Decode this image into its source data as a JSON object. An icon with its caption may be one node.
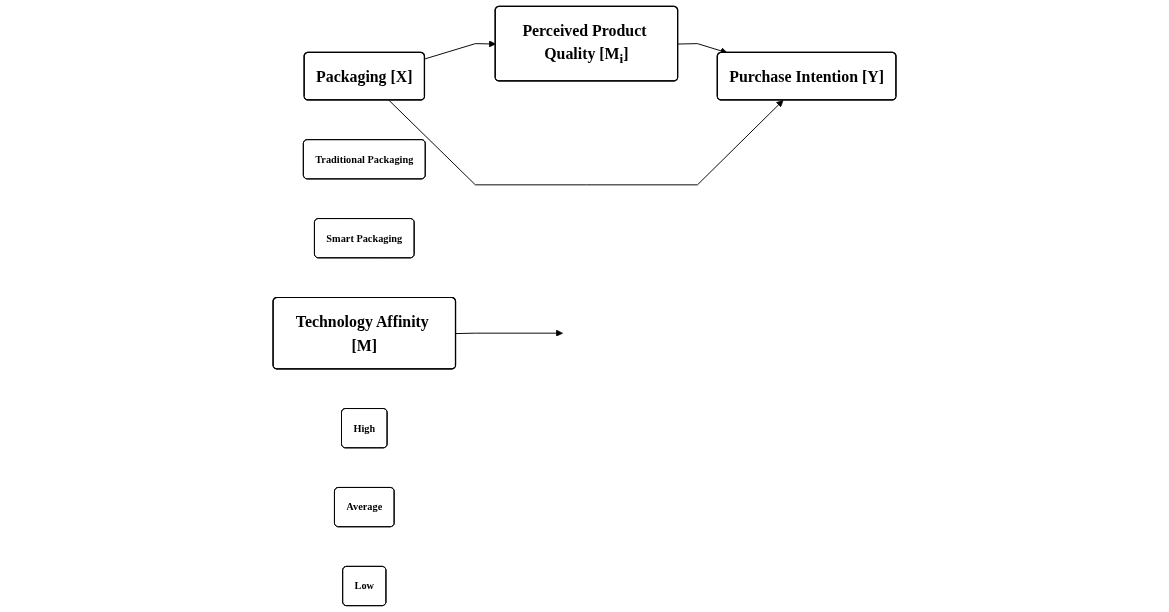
{
  "diagram": {
    "nodes": [
      {
        "text": [
          "Perceived Product Quality [M$_{i}$]"
        ]
      },
      {
        "text": [
          "Packaging [X]"
        ]
      },
      {
        "text": [
          "Traditional Packaging"
        ]
      },
      {
        "text": [
          "Smart Packaging"
        ]
      },
      {
        "text": [
          "Purchase Intention [Y]"
        ]
      },
      {
        "text": [
          "Technology Affinity [M]"
        ]
      },
      {
        "text": [
          "High"
        ]
      },
      {
        "text": [
          "Average"
        ]
      },
      {
        "text": [
          "Low"
        ]
      }
    ],
    "edges": [
      {
        "from": 1,
        "to": 0,
        "arrow": "to"
      },
      {
        "from": 0,
        "to": 4,
        "arrow": "to"
      },
      {
        "from": 1,
        "to": 4,
        "arrow": "to"
      },
      {
        "from": 5,
        "to": null,
        "arrow": "to"
      }
    ]
  }
}
